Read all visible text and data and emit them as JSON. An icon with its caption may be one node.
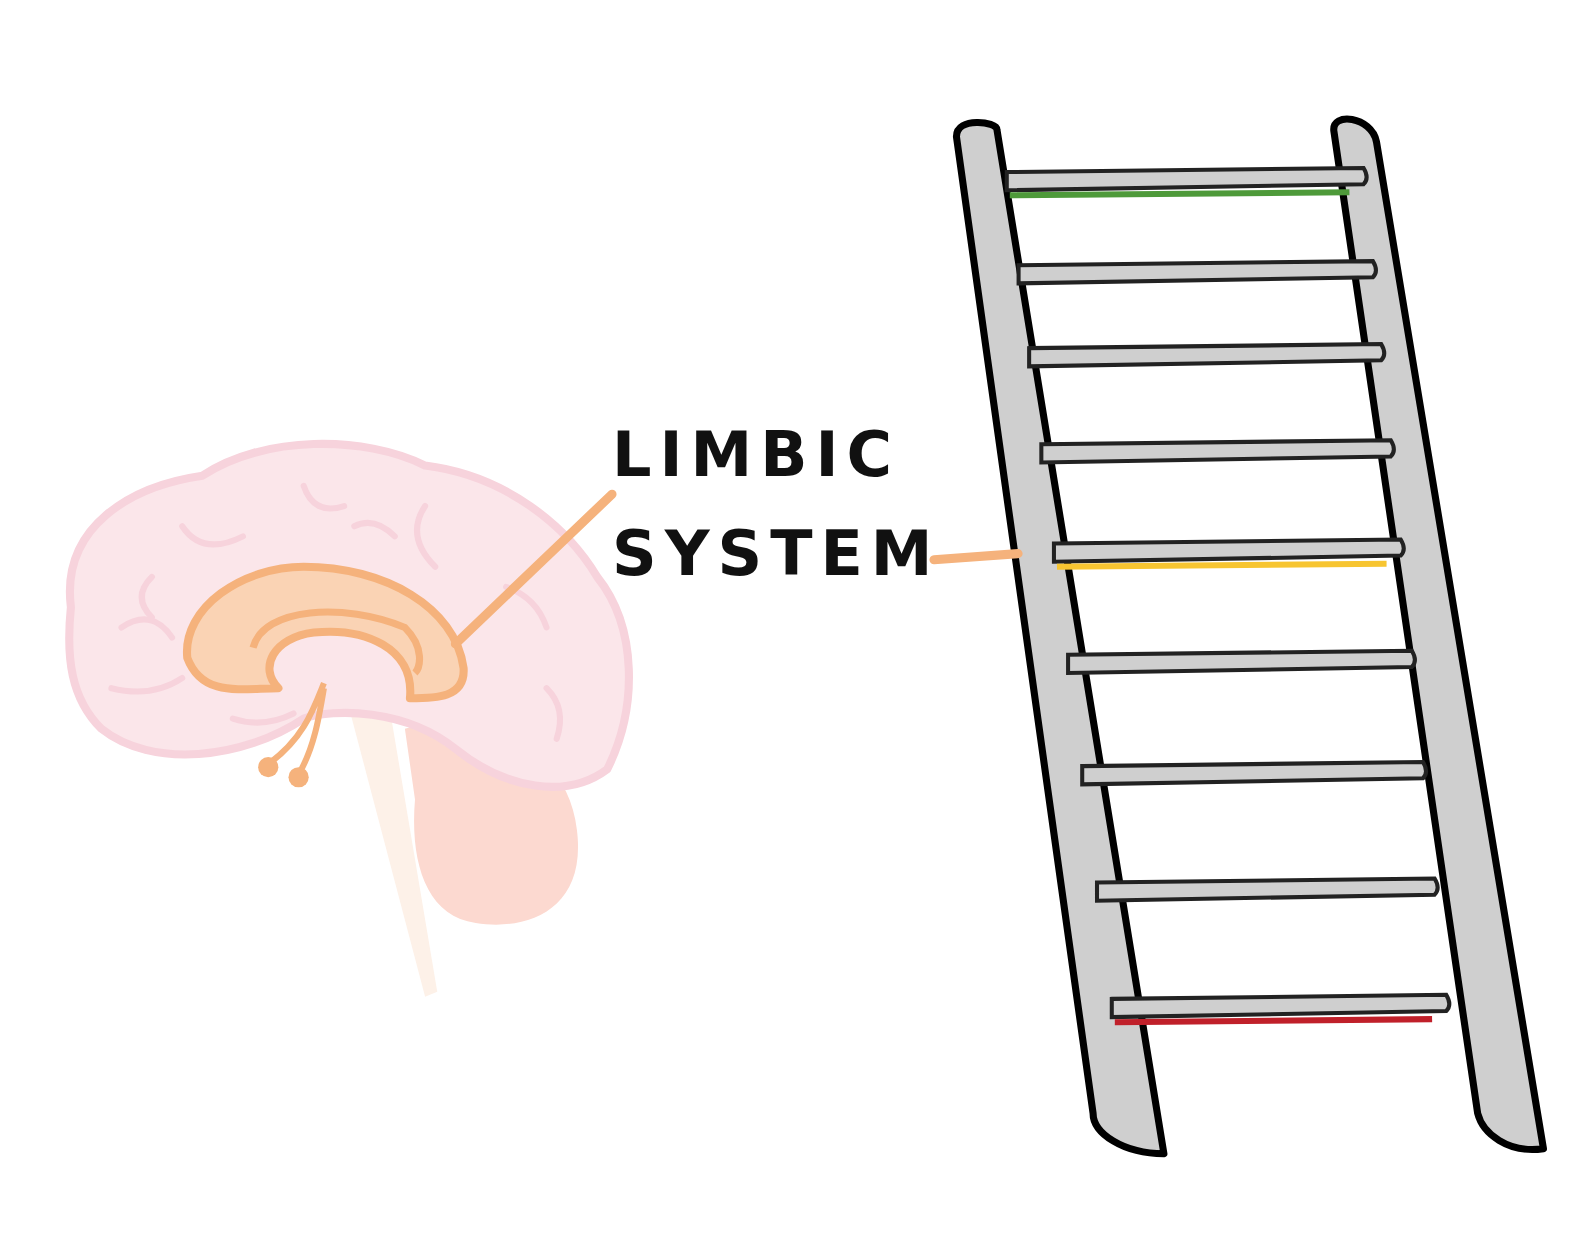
{
  "diagram": {
    "nodes": [
      {
        "text": [
          "LIMBIC SYSTEM"
        ]
      },
      {
        "text": [],
        "shape": "picture"
      },
      {
        "text": [],
        "shape": "picture"
      }
    ],
    "edges": [
      {
        "from": 0,
        "to": 1,
        "arrow": "none"
      },
      {
        "from": 0,
        "to": 2,
        "arrow": "none"
      }
    ]
  }
}
